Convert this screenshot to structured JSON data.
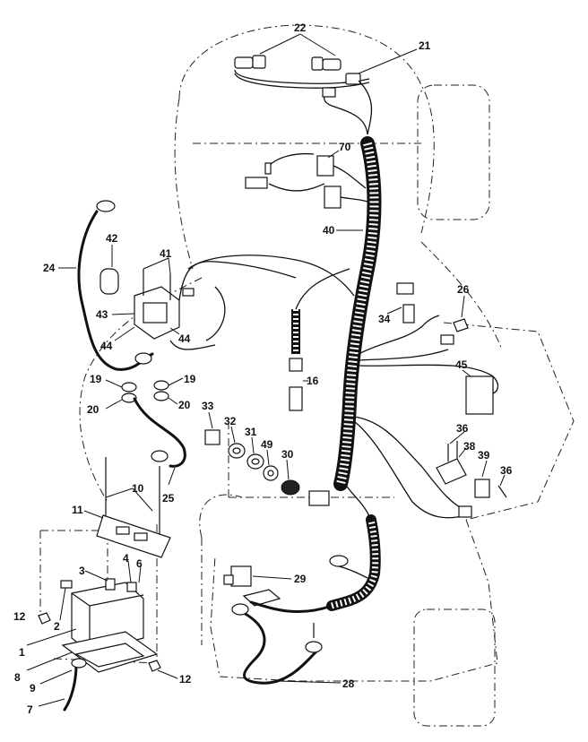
{
  "labels": {
    "l22": "22",
    "l21": "21",
    "l70": "70",
    "l40": "40",
    "l42": "42",
    "l41": "41",
    "l24": "24",
    "l43": "43",
    "l44a": "44",
    "l44b": "44",
    "l26": "26",
    "l34": "34",
    "l19a": "19",
    "l19b": "19",
    "l20a": "20",
    "l20b": "20",
    "l16": "16",
    "l45": "45",
    "l33": "33",
    "l32": "32",
    "l31": "31",
    "l49": "49",
    "l30": "30",
    "l36a": "36",
    "l38": "38",
    "l39": "39",
    "l36b": "36",
    "l25": "25",
    "l10": "10",
    "l11": "11",
    "l3": "3",
    "l4": "4",
    "l6": "6",
    "l29": "29",
    "l12a": "12",
    "l2": "2",
    "l1": "1",
    "l8": "8",
    "l9": "9",
    "l7": "7",
    "l12b": "12",
    "l28": "28"
  }
}
